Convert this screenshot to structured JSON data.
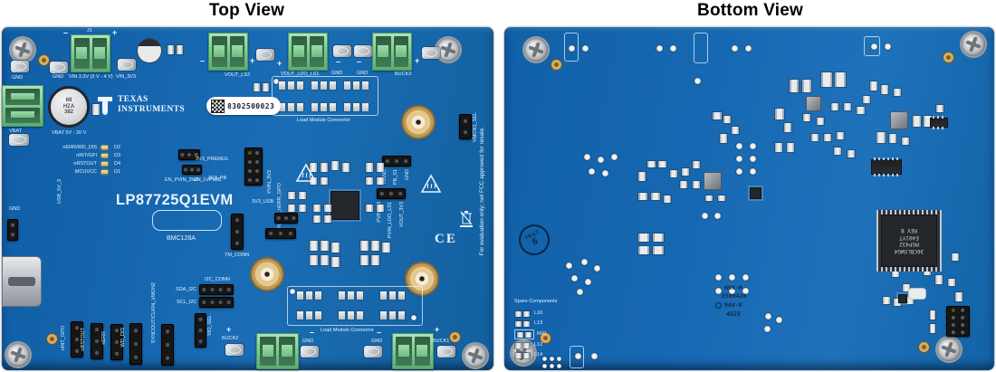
{
  "titles": {
    "left": "Top View",
    "right": "Bottom View"
  },
  "marks": {
    "plus": "+",
    "minus": "–"
  },
  "top_board": {
    "brand": {
      "line1": "TEXAS",
      "line2": "INSTRUMENTS"
    },
    "barcode": "8302500023",
    "name": "LP87725Q1EVM",
    "rev": "BMC128A",
    "cap": {
      "l1": "68",
      "l2": "HZA",
      "l3": "382"
    },
    "ce": "CE",
    "fcc_note": "For evaluation only; not FCC approved for resale.",
    "labels": {
      "gnd": "GND",
      "j1": "J1",
      "vin": "VIN 3.3V (3 V - 4 V)",
      "vin_3v3": "VIN_3V3",
      "vout_ls2": "VOUT_LS2",
      "vout_ldo_ls1": "VOUT_LDO_LS1",
      "buck3": "BUCK3",
      "load_module": "Load Module Connector",
      "vbat": "VBAT",
      "vbat_range": "VBAT 5V - 20 V",
      "nerr_wd_dis": "nERR/WD_DIS",
      "nint_gpi": "nINT/GPI",
      "nrstout": "nRSTOUT",
      "mcuvcc": "MCUVCC",
      "d1": "D1",
      "d2": "D2",
      "d3": "D3",
      "d4": "D4",
      "usb_5v_3": "USB_5V_3",
      "en_pvin_3v3": "EN_PVIN_3V3",
      "en_lvpmic": "EN_LVPMIC",
      "prereg": "3V3_PREREG",
      "pb": "3V3_PB",
      "pvin_3v3": "PVIN_3V3",
      "usb_3v3": "3V3_USB",
      "pvin_ls2": "PVIN_LS2_nERR_GPO",
      "tm_conn": "TM_CONN",
      "i2c_conn": "I2C_CONN",
      "sda_i2c": "SDA_I2C",
      "scl_i2c": "SCL_I2C",
      "vio_sel": "VIO_SEL",
      "vmon1_sel": "VMON1_SEL",
      "nint_gpo": "nINT_GPO",
      "nerr": "nERR",
      "wd_dis": "WD_DIS",
      "syncout": "SYNCOUT/CLKIN_VMON2",
      "buck2": "BUCK2",
      "buck1": "BUCK1",
      "agnd": "AGND",
      "pb_s1": "PB_S1",
      "pvin3v3_b": "PVIN3V3",
      "pvin_ldo_ls1": "PVIN_LDO_LS1",
      "vout_3v3": "VOUT_3V3"
    }
  },
  "bottom_board": {
    "test_stamp": {
      "word": "TEST",
      "num": "6"
    },
    "spare_title": "Spare Components",
    "spare_items": [
      "L16",
      "L13",
      "R60",
      "L12",
      "L14"
    ],
    "mfr": {
      "line1": "HSX-M",
      "line2": "E509426",
      "line3": "94V-0",
      "line4": "4523"
    },
    "chip": {
      "line1": "36CBLSWG4",
      "line2": "MSP432",
      "line3": "E401YT",
      "line4": "REV B"
    }
  }
}
